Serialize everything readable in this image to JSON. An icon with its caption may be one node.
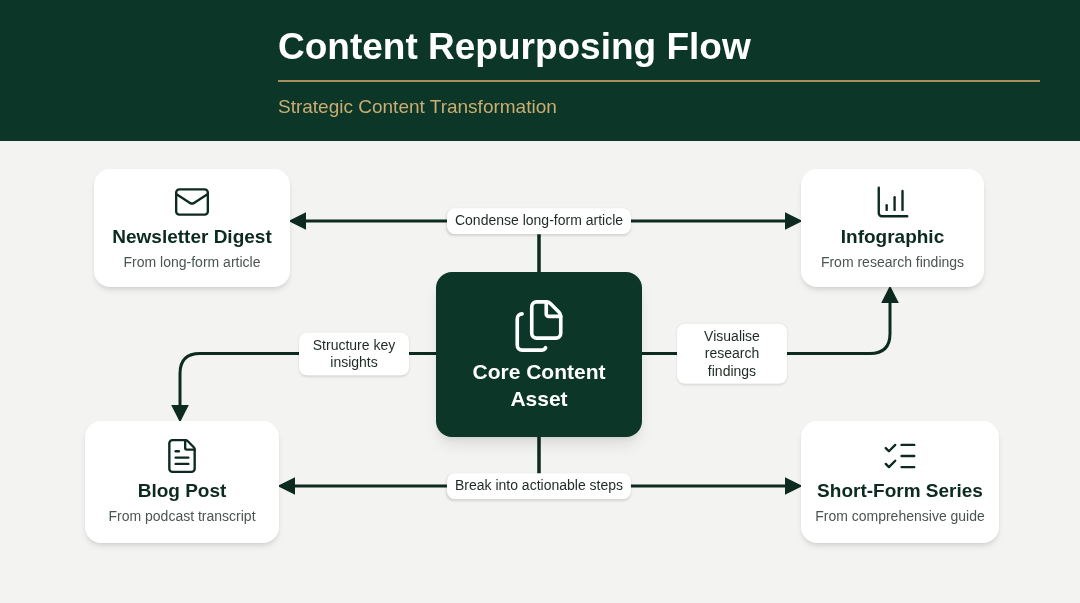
{
  "diagram": {
    "title": "Content Repurposing Flow",
    "nodes": [
      {
        "text": [
          "Newsletter Digest",
          "From long-form article"
        ]
      },
      {
        "text": [
          "Infographic",
          "From research findings"
        ]
      },
      {
        "text": [
          "Core Content Asset"
        ]
      },
      {
        "text": [
          "Blog Post",
          "From podcast transcript"
        ]
      },
      {
        "text": [
          "Short-Form Series",
          "From comprehensive guide"
        ]
      }
    ],
    "edges": [
      {
        "from": 2,
        "to": 0,
        "arrow": "to",
        "label": "Condense long-form article"
      },
      {
        "from": 2,
        "to": 1,
        "arrow": "to"
      },
      {
        "from": 2,
        "to": 3,
        "arrow": "to",
        "label": "Structure key insights"
      },
      {
        "from": 2,
        "to": 1,
        "arrow": "to",
        "label": "Visualise research findings"
      },
      {
        "from": 2,
        "to": 3,
        "arrow": "to",
        "label": "Break into actionable steps"
      },
      {
        "from": 2,
        "to": 4,
        "arrow": "to"
      }
    ],
    "labels": [
      "Strategic Content Transformation"
    ]
  }
}
